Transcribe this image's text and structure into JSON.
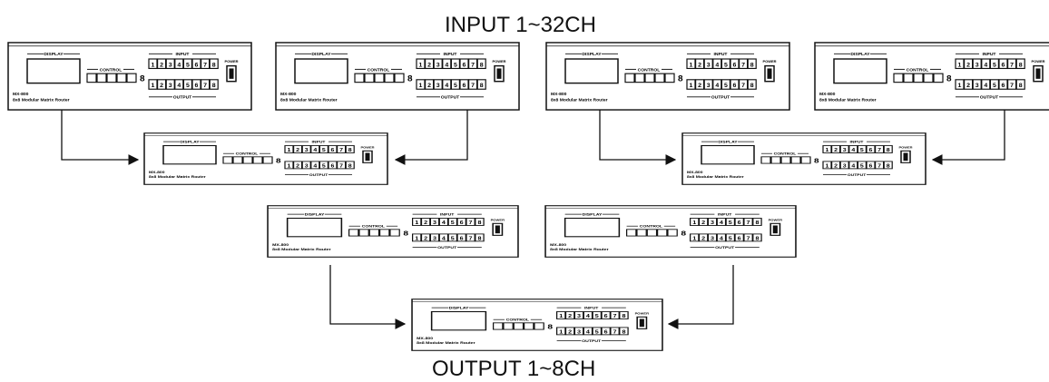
{
  "diagram": {
    "title_top": "INPUT 1~32CH",
    "title_bottom": "OUTPUT 1~8CH",
    "device": {
      "model": "MX-800",
      "name": "8x8 Modular Matrix Router",
      "display_label": "DISPLAY",
      "control_label": "CONTROL",
      "input_label": "INPUT",
      "output_label": "OUTPUT",
      "power_label": "POWER",
      "ch_label": "8",
      "buttons_input": [
        "1",
        "2",
        "3",
        "4",
        "5",
        "6",
        "7",
        "8"
      ],
      "buttons_output": [
        "1",
        "2",
        "3",
        "4",
        "5",
        "6",
        "7",
        "8"
      ],
      "control_buttons": 5
    },
    "tiers": [
      {
        "id": "input-tier",
        "count": 4
      },
      {
        "id": "mid-tier",
        "count": 2
      },
      {
        "id": "second-tier",
        "count": 2
      },
      {
        "id": "output-tier",
        "count": 1
      }
    ],
    "colors": {
      "line": "#111111",
      "panel": "#ffffff"
    }
  }
}
